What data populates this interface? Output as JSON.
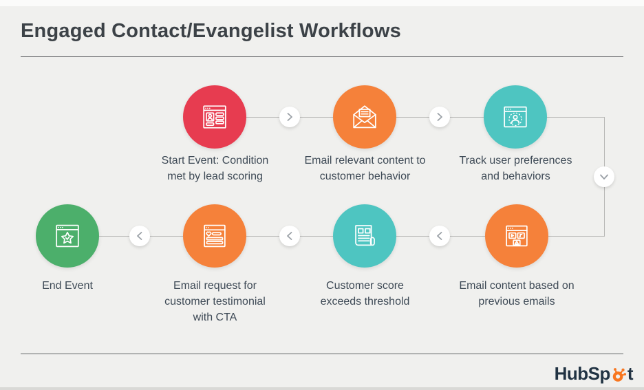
{
  "header": {
    "title": "Engaged Contact/Evangelist Workflows"
  },
  "nodes": [
    {
      "label": "Start Event: Condition met by lead scoring",
      "color": "#e73c50",
      "icon": "contact-form-icon"
    },
    {
      "label": "Email relevant content to customer behavior",
      "color": "#f5813a",
      "icon": "open-envelope-icon"
    },
    {
      "label": "Track user preferences and behaviors",
      "color": "#4ec5c1",
      "icon": "user-tracking-icon"
    },
    {
      "label": "End Event",
      "color": "#4caf6b",
      "icon": "star-window-icon"
    },
    {
      "label": "Email request for customer testimonial with CTA",
      "color": "#f5813a",
      "icon": "testimonial-email-icon"
    },
    {
      "label": "Customer score exceeds threshold",
      "color": "#4ec5c1",
      "icon": "score-document-icon"
    },
    {
      "label": "Email content based on previous emails",
      "color": "#f5813a",
      "icon": "media-email-icon"
    }
  ],
  "footer": {
    "logo_prefix": "HubSp",
    "logo_suffix": "t"
  },
  "colors": {
    "background": "#f0f0ee",
    "connector": "#b7b7b5",
    "chevron": "#9aa0a6",
    "title_text": "#3c4247",
    "label_text": "#3e4a56",
    "logo_text": "#213343",
    "logo_sprocket": "#f8761f"
  }
}
